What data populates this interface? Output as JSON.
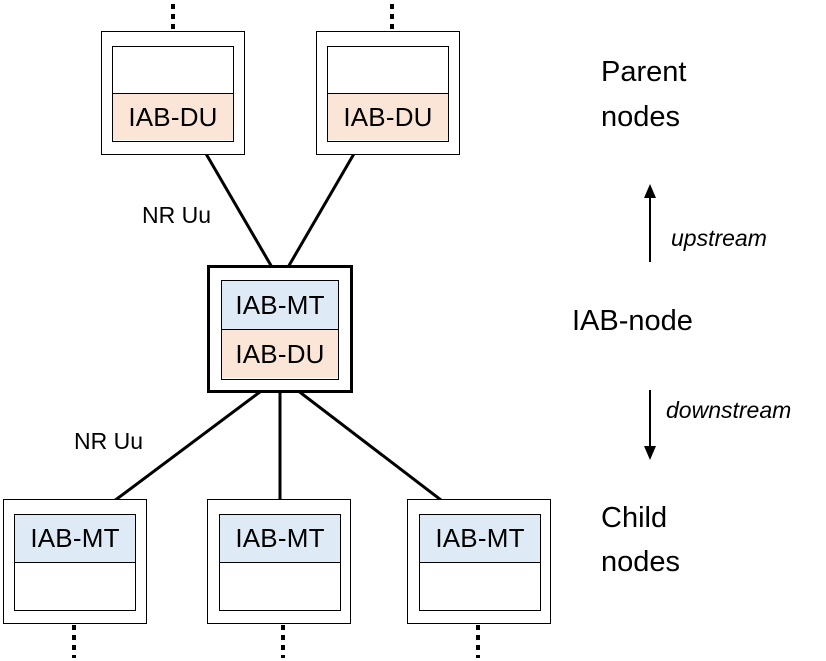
{
  "nodes": {
    "parent_left": {
      "du": "IAB-DU"
    },
    "parent_right": {
      "du": "IAB-DU"
    },
    "iab_node": {
      "mt": "IAB-MT",
      "du": "IAB-DU"
    },
    "child_left": {
      "mt": "IAB-MT"
    },
    "child_middle": {
      "mt": "IAB-MT"
    },
    "child_right": {
      "mt": "IAB-MT"
    }
  },
  "links": {
    "upper_label": "NR Uu",
    "lower_label": "NR Uu"
  },
  "side_labels": {
    "parent_line1": "Parent",
    "parent_line2": "nodes",
    "iab_node": "IAB-node",
    "child_line1": "Child",
    "child_line2": "nodes"
  },
  "directions": {
    "upstream": "upstream",
    "downstream": "downstream"
  }
}
